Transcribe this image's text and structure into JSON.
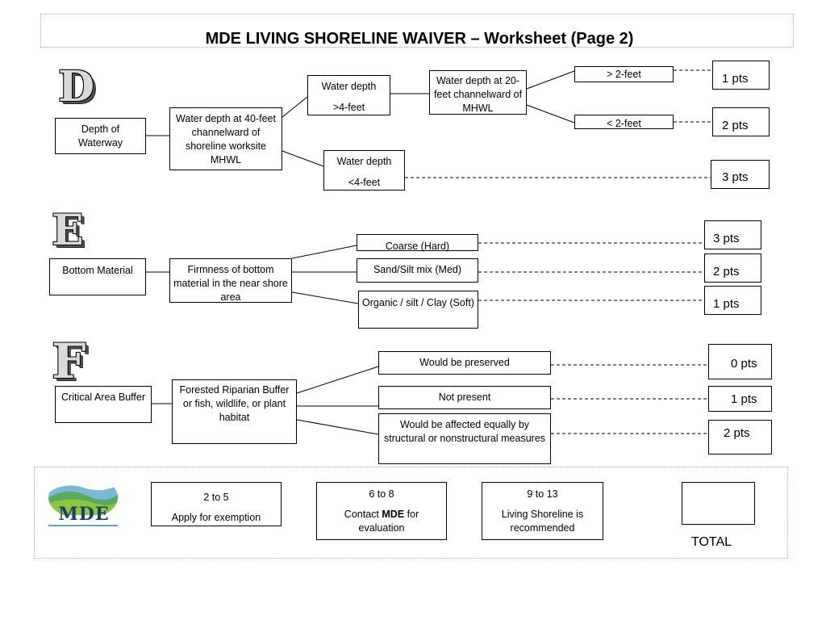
{
  "title": "MDE LIVING SHORELINE WAIVER – Worksheet (Page 2)",
  "sections": {
    "d": {
      "letter": "D",
      "category": "Depth of Waterway",
      "question": "Water depth at 40-feet channelward of shoreline worksite MHWL",
      "deep": "Water depth\n>4-feet",
      "deep_question": "Water depth at 20-feet channelward of MHWL",
      "over2": "> 2-feet",
      "under2": "< 2-feet",
      "shallow": "Water depth\n<4-feet",
      "pts": [
        "1 pts",
        "2 pts",
        "3 pts"
      ]
    },
    "e": {
      "letter": "E",
      "category": "Bottom Material",
      "question": "Firmness of bottom material in the near shore area",
      "options": [
        "Coarse (Hard)",
        "Sand/Silt mix (Med)",
        "Organic / silt / Clay (Soft)"
      ],
      "pts": [
        "3 pts",
        "2 pts",
        "1 pts"
      ]
    },
    "f": {
      "letter": "F",
      "category": "Critical Area Buffer",
      "question": "Forested Riparian Buffer or fish, wildlife, or plant habitat",
      "options": [
        "Would be preserved",
        "Not present",
        "Would be affected equally by structural or nonstructural measures"
      ],
      "pts": [
        "0 pts",
        "1 pts",
        "2 pts"
      ]
    }
  },
  "footer": {
    "logo_text": "MDE",
    "ranges": [
      {
        "range": "2 to 5",
        "action": "Apply for exemption"
      },
      {
        "range": "6 to 8",
        "action_pre": "Contact ",
        "action_bold": "MDE",
        "action_post": " for evaluation"
      },
      {
        "range": "9 to 13",
        "action": "Living Shoreline is recommended"
      }
    ],
    "total_label": "TOTAL"
  }
}
